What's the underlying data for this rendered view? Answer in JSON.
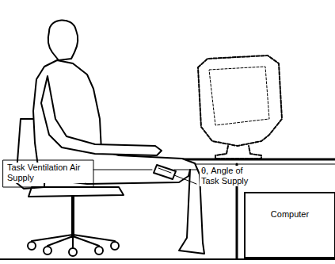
{
  "diagram": {
    "nodes": [
      {
        "text": [
          "Computer"
        ]
      }
    ],
    "labels": [
      "Task Ventilation Air Supply",
      "θ, Angle of Task Supply"
    ]
  }
}
